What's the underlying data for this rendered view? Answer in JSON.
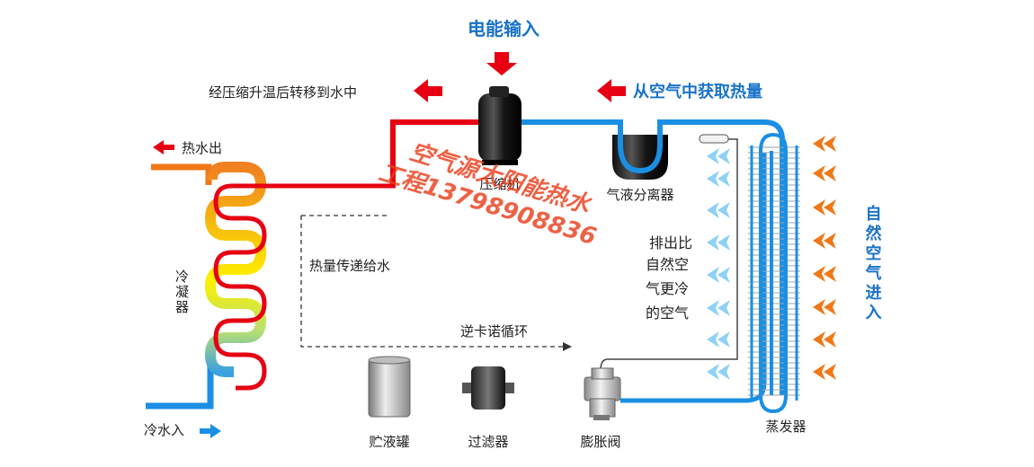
{
  "labels": {
    "power_input": "电能输入",
    "heat_from_air": "从空气中获取热量",
    "transfer_to_water": "经压缩升温后转移到水中",
    "hot_water_out": "热水出",
    "cold_water_in": "冷水入",
    "condenser": "冷凝器",
    "compressor": "压缩机",
    "separator": "气液分离器",
    "heat_transfer": "热量传递给水",
    "reverse_carnot": "逆卡诺循环",
    "cold_air_line1": "排出比",
    "cold_air_line2": "自然空",
    "cold_air_line3": "气更冷",
    "cold_air_line4": "的空气",
    "natural_air_in": "自然空气进入",
    "evaporator": "蒸发器",
    "receiver": "贮液罐",
    "filter": "过滤器",
    "expansion_valve": "膨胀阀"
  },
  "watermark": {
    "line1": "空气源太阳能热水",
    "line2": "工程13798908836"
  },
  "colors": {
    "hot": "#e60012",
    "cold": "#1a8fe3",
    "arrow_red": "#e60012",
    "arrow_orange": "#f07818",
    "arrow_lightblue": "#8fd0f5",
    "title_blue": "#1a72c8",
    "watermark": "#e8401c"
  }
}
